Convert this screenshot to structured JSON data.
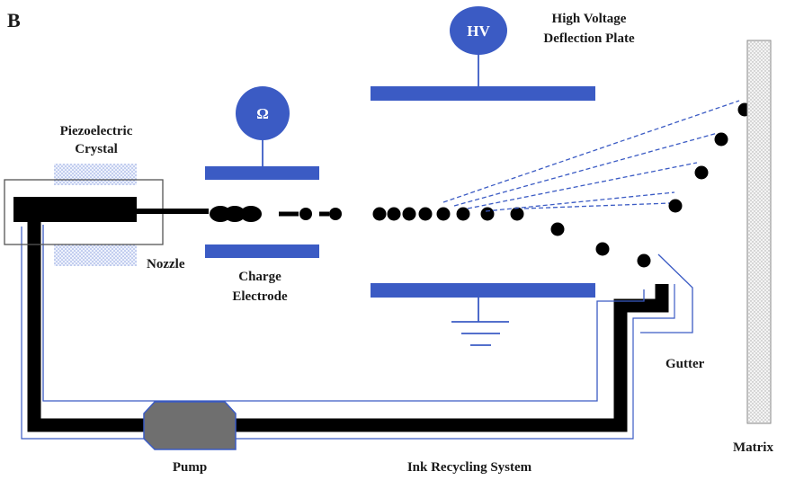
{
  "panel_label": "B",
  "labels": {
    "piezo_line1": "Piezoelectric",
    "piezo_line2": "Crystal",
    "nozzle": "Nozzle",
    "charge_line1": "Charge",
    "charge_line2": "Electrode",
    "hv_line1": "High Voltage",
    "hv_line2": "Deflection Plate",
    "gutter": "Gutter",
    "matrix": "Matrix",
    "pump": "Pump",
    "ink_recycling": "Ink Recycling System"
  },
  "meters": {
    "resistance_symbol": "Ω",
    "high_voltage_symbol": "HV"
  },
  "colors": {
    "blue": "#3b5bc4",
    "ink": "#000000",
    "pump": "#6f6f6f",
    "crystal_hatch": "#8fa3e0",
    "matrix_hatch": "#bdbdbd"
  }
}
